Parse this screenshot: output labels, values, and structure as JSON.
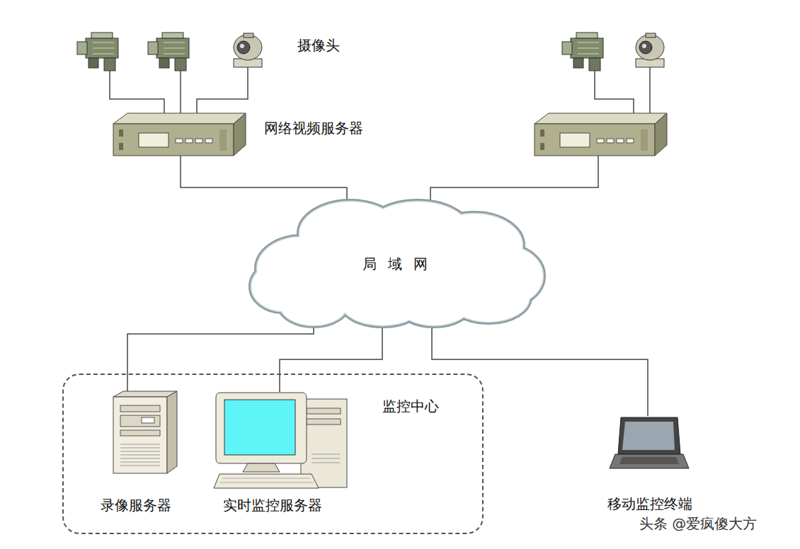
{
  "diagram": {
    "nodes": [
      {
        "text": [
          "网络视频服务器"
        ]
      },
      {
        "text": [
          "局域网"
        ]
      },
      {
        "text": [
          "监控中心"
        ]
      },
      {
        "text": [
          "录像服务器"
        ],
        "in": 2
      },
      {
        "text": [
          "实时监控服务器"
        ],
        "in": 2
      },
      {
        "text": [
          "移动监控终端"
        ]
      }
    ],
    "edges": [
      {
        "from": 0,
        "to": 1,
        "arrow": "none"
      },
      {
        "from": 1,
        "to": 3,
        "arrow": "none"
      },
      {
        "from": 1,
        "to": 4,
        "arrow": "none"
      },
      {
        "from": 1,
        "to": 5,
        "arrow": "none"
      }
    ],
    "labels": [
      "摄像头",
      "头条 @爱疯傻大方"
    ]
  }
}
